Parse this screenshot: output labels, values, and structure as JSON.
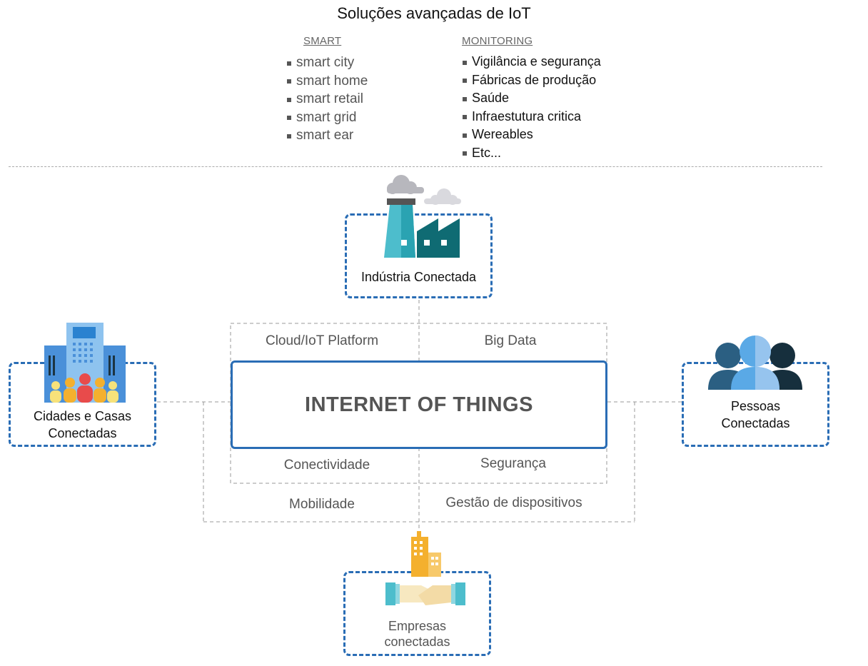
{
  "title": "Soluções avançadas de IoT",
  "smart": {
    "heading": "SMART",
    "items": [
      "smart city",
      "smart home",
      "smart retail",
      "smart grid",
      "smart ear"
    ]
  },
  "monitoring": {
    "heading": "MONITORING",
    "items": [
      "Vigilância e segurança",
      "Fábricas de produção",
      "Saúde",
      "Infraestutura critica",
      "Wereables",
      "Etc..."
    ]
  },
  "hub": {
    "label": "INTERNET OF THINGS"
  },
  "features": {
    "cloud": "Cloud/IoT Platform",
    "bigdata": "Big Data",
    "conectividade": "Conectividade",
    "seguranca": "Segurança",
    "mobilidade": "Mobilidade",
    "gestao": "Gestão de dispositivos"
  },
  "nodes": {
    "industria": "Indústria Conectada",
    "cidades_l1": "Cidades e Casas",
    "cidades_l2": "Conectadas",
    "pessoas_l1": "Pessoas",
    "pessoas_l2": "Conectadas",
    "empresas_l1": "Empresas",
    "empresas_l2": "conectadas"
  },
  "colors": {
    "accent": "#2a6db5",
    "teal_light": "#4dbdcc",
    "teal_dark": "#0f6b73",
    "sky": "#5aa9e6",
    "navy": "#1c3442",
    "orange": "#f4b02e",
    "red": "#e84b4b",
    "yellow": "#f7e27a"
  },
  "icons": {
    "industria": "factory-icon",
    "cidades": "city-people-icon",
    "pessoas": "people-group-icon",
    "empresas": "handshake-building-icon"
  }
}
